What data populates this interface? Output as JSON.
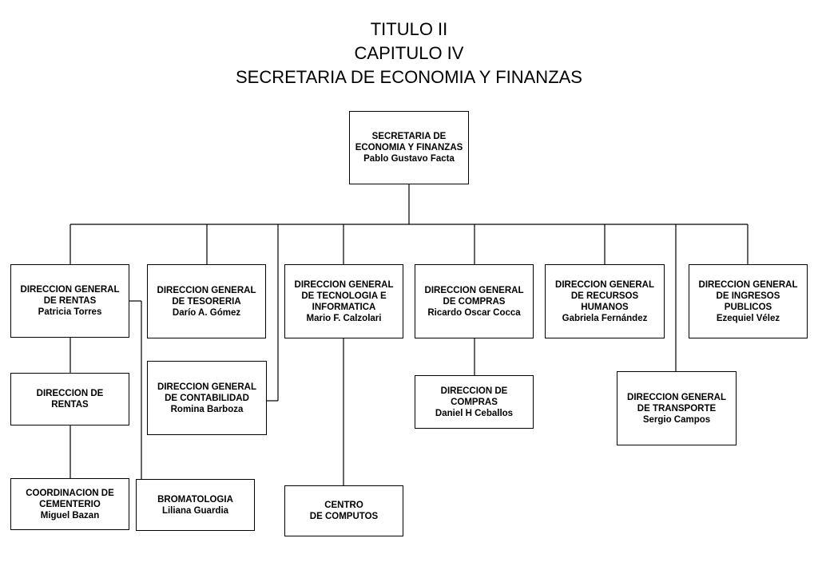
{
  "title": {
    "line1": "TITULO II",
    "line2": "CAPITULO IV",
    "line3": "SECRETARIA DE ECONOMIA Y FINANZAS"
  },
  "org": {
    "root": {
      "name": "SECRETARIA DE\nECONOMIA Y FINANZAS",
      "person": "Pablo Gustavo Facta"
    },
    "rentas": {
      "name": "DIRECCION GENERAL\nDE RENTAS",
      "person": "Patricia Torres"
    },
    "tesoreria": {
      "name": "DIRECCION GENERAL\nDE TESORERIA",
      "person": "Darío A. Gómez"
    },
    "tecnologia": {
      "name": "DIRECCION GENERAL\nDE TECNOLOGIA E\nINFORMATICA",
      "person": "Mario F. Calzolari"
    },
    "compras": {
      "name": "DIRECCION GENERAL\nDE COMPRAS",
      "person": "Ricardo Oscar Cocca"
    },
    "rrhh": {
      "name": "DIRECCION GENERAL\nDE RECURSOS\nHUMANOS",
      "person": "Gabriela Fernández"
    },
    "ingresos": {
      "name": "DIRECCION GENERAL\nDE INGRESOS\nPUBLICOS",
      "person": "Ezequiel Vélez"
    },
    "dir_rentas": {
      "name": "DIRECCION DE\nRENTAS",
      "person": ""
    },
    "contabilidad": {
      "name": "DIRECCION GENERAL\nDE CONTABILIDAD",
      "person": "Romina Barboza"
    },
    "dir_compras": {
      "name": "DIRECCION DE\nCOMPRAS",
      "person": "Daniel H Ceballos"
    },
    "transporte": {
      "name": "DIRECCION GENERAL\nDE TRANSPORTE",
      "person": "Sergio Campos"
    },
    "cementerio": {
      "name": "COORDINACION DE\nCEMENTERIO",
      "person": "Miguel Bazan"
    },
    "bromatologia": {
      "name": "BROMATOLOGIA",
      "person": "Liliana Guardia"
    },
    "computos": {
      "name": "CENTRO\nDE COMPUTOS",
      "person": ""
    }
  }
}
